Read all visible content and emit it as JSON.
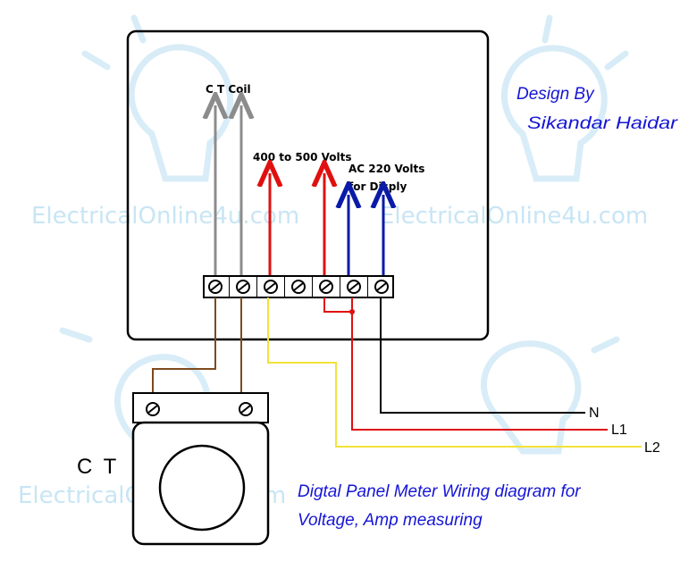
{
  "labels": {
    "ct_coil": "C T Coil",
    "voltage_range": "400 to 500 Volts",
    "ac_line1": "AC 220 Volts",
    "ac_line2": "for Disply",
    "ct": "C T",
    "neutral": "N",
    "line1": "L1",
    "line2": "L2"
  },
  "design": {
    "line1": "Design By",
    "line2": "Sikandar Haidar"
  },
  "caption": {
    "line1": "Digtal Panel Meter Wiring diagram for",
    "line2": "Voltage, Amp measuring"
  },
  "watermark": "ElectricalOnline4u.com",
  "terminal_count": 7,
  "colors": {
    "ct_wire": "#7f4a1e",
    "ct_arrow": "#8c8c8c",
    "voltage": "#e01010",
    "ac_supply": "#0a1aa8",
    "neutral_wire": "#000000",
    "line2_wire": "#f2e23a",
    "text_blue": "#1515d6",
    "watermark": "#bfe1f3"
  }
}
